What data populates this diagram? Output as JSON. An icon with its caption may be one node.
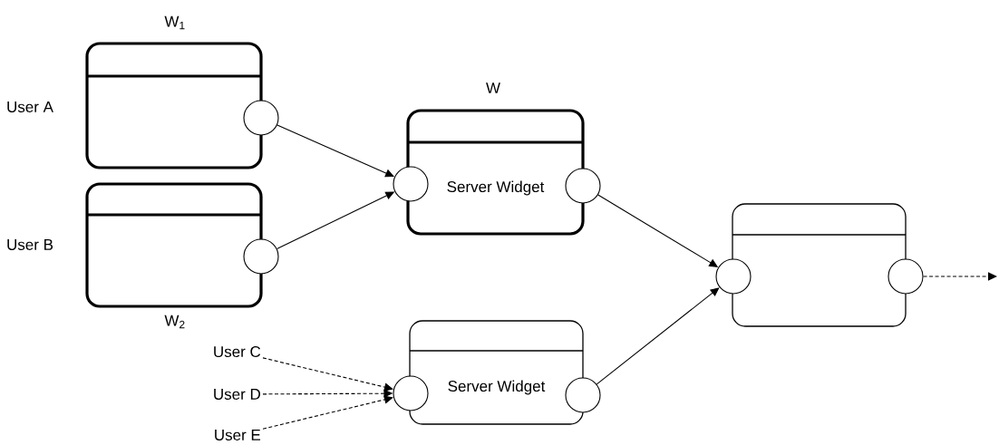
{
  "diagram": {
    "nodes": [
      {
        "text": [
          "W$_{1}$"
        ],
        "beside": [
          "User A"
        ]
      },
      {
        "text": [],
        "shape": "circle"
      },
      {
        "text": [
          "W$_{2}$"
        ],
        "beside": [
          "User B"
        ]
      },
      {
        "text": [],
        "shape": "circle"
      },
      {
        "text": [
          "W",
          "Server Widget"
        ]
      },
      {
        "text": [],
        "shape": "circle"
      },
      {
        "text": [],
        "shape": "circle"
      },
      {
        "text": [
          "User C"
        ]
      },
      {
        "text": [
          "User D"
        ]
      },
      {
        "text": [
          "User E"
        ]
      },
      {
        "text": [
          "Server Widget"
        ]
      },
      {
        "text": [],
        "shape": "circle"
      },
      {
        "text": [],
        "shape": "circle"
      },
      {
        "text": [],
        "shape": "box"
      },
      {
        "text": [],
        "shape": "circle"
      },
      {
        "text": [],
        "shape": "circle"
      }
    ],
    "edges": [
      {
        "from": 1,
        "to": 5,
        "arrow": "to"
      },
      {
        "from": 3,
        "to": 5,
        "arrow": "to"
      },
      {
        "from": 7,
        "to": 11,
        "arrow": "to",
        "style": "dashed"
      },
      {
        "from": 8,
        "to": 11,
        "arrow": "to",
        "style": "dashed"
      },
      {
        "from": 9,
        "to": 11,
        "arrow": "to",
        "style": "dashed"
      },
      {
        "from": 6,
        "to": 14,
        "arrow": "to"
      },
      {
        "from": 12,
        "to": 14,
        "arrow": "to"
      },
      {
        "from": 15,
        "to": null,
        "arrow": "to",
        "style": "dashed"
      }
    ]
  }
}
